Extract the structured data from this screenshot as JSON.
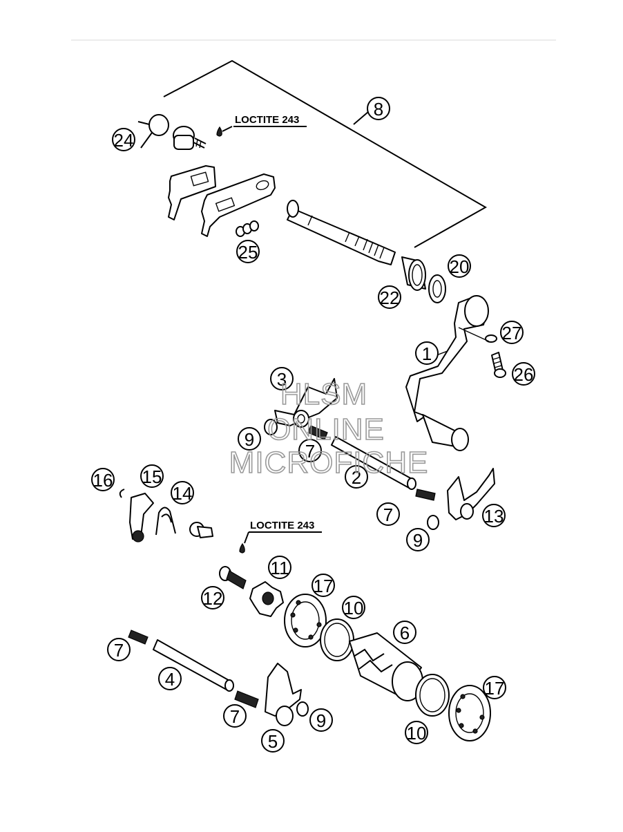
{
  "notes": {
    "loctite_upper": "LOCTITE 243",
    "loctite_lower": "LOCTITE 243"
  },
  "watermark": {
    "line1": "HLSM",
    "line2": "ONLINE",
    "line3": "MICROFICHE"
  },
  "callouts": {
    "c8": "8",
    "c24": "24",
    "c25": "25",
    "c20": "20",
    "c22": "22",
    "c27": "27",
    "c1": "1",
    "c26": "26",
    "c3": "3",
    "c9a": "9",
    "c7a": "7",
    "c2": "2",
    "c16": "16",
    "c15": "15",
    "c14": "14",
    "c7b": "7",
    "c13": "13",
    "c9b": "9",
    "c11": "11",
    "c17a": "17",
    "c12": "12",
    "c10a": "10",
    "c6": "6",
    "c7c": "7",
    "c4": "4",
    "c7d": "7",
    "c9c": "9",
    "c5": "5",
    "c10b": "10",
    "c17b": "17"
  }
}
